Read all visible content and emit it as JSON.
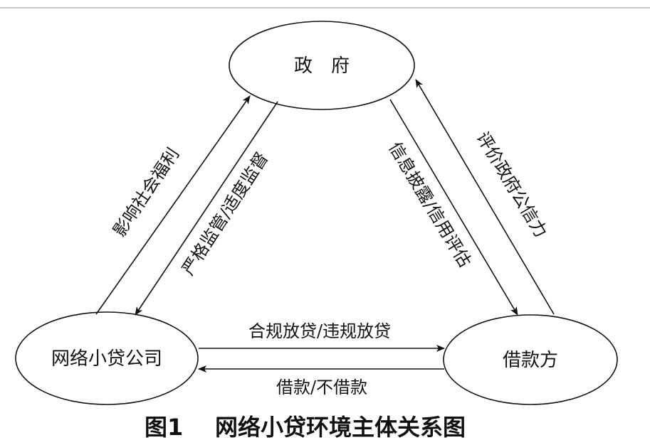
{
  "nodes": {
    "government": "政　府",
    "lender": "网络小贷公司",
    "borrower": "借款方"
  },
  "edges": {
    "lender_to_gov": "影响社会福利",
    "gov_to_lender": "严格监管/适度监督",
    "gov_to_borrower": "信息披露/信用评估",
    "borrower_to_gov": "评价政府公信力",
    "lender_to_borrower": "合规放贷/违规放贷",
    "borrower_to_lender": "借款/不借款"
  },
  "caption": {
    "label": "图1",
    "title": "网络小贷环境主体关系图"
  }
}
